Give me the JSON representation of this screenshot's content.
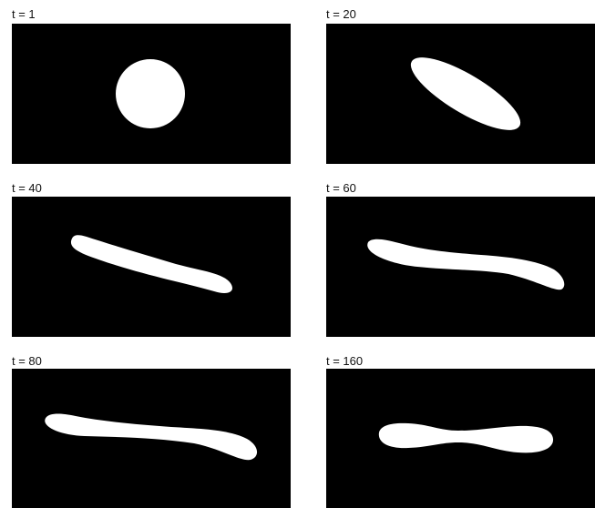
{
  "panels": [
    {
      "label": "t = 1"
    },
    {
      "label": "t = 20"
    },
    {
      "label": "t = 40"
    },
    {
      "label": "t = 60"
    },
    {
      "label": "t = 80"
    },
    {
      "label": "t = 160"
    }
  ],
  "colors": {
    "background": "#000000",
    "droplet": "#ffffff"
  }
}
